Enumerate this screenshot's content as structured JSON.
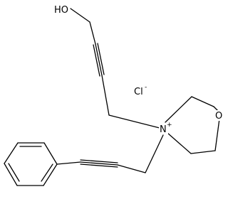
{
  "molecule": {
    "labels": {
      "hydroxyl": "HO",
      "chloride": "Cl",
      "chloride_charge": "-",
      "nitrogen": "N",
      "nitrogen_charge": "+",
      "oxygen": "O"
    },
    "colors": {
      "ink": "#000000",
      "background": "#ffffff"
    }
  }
}
